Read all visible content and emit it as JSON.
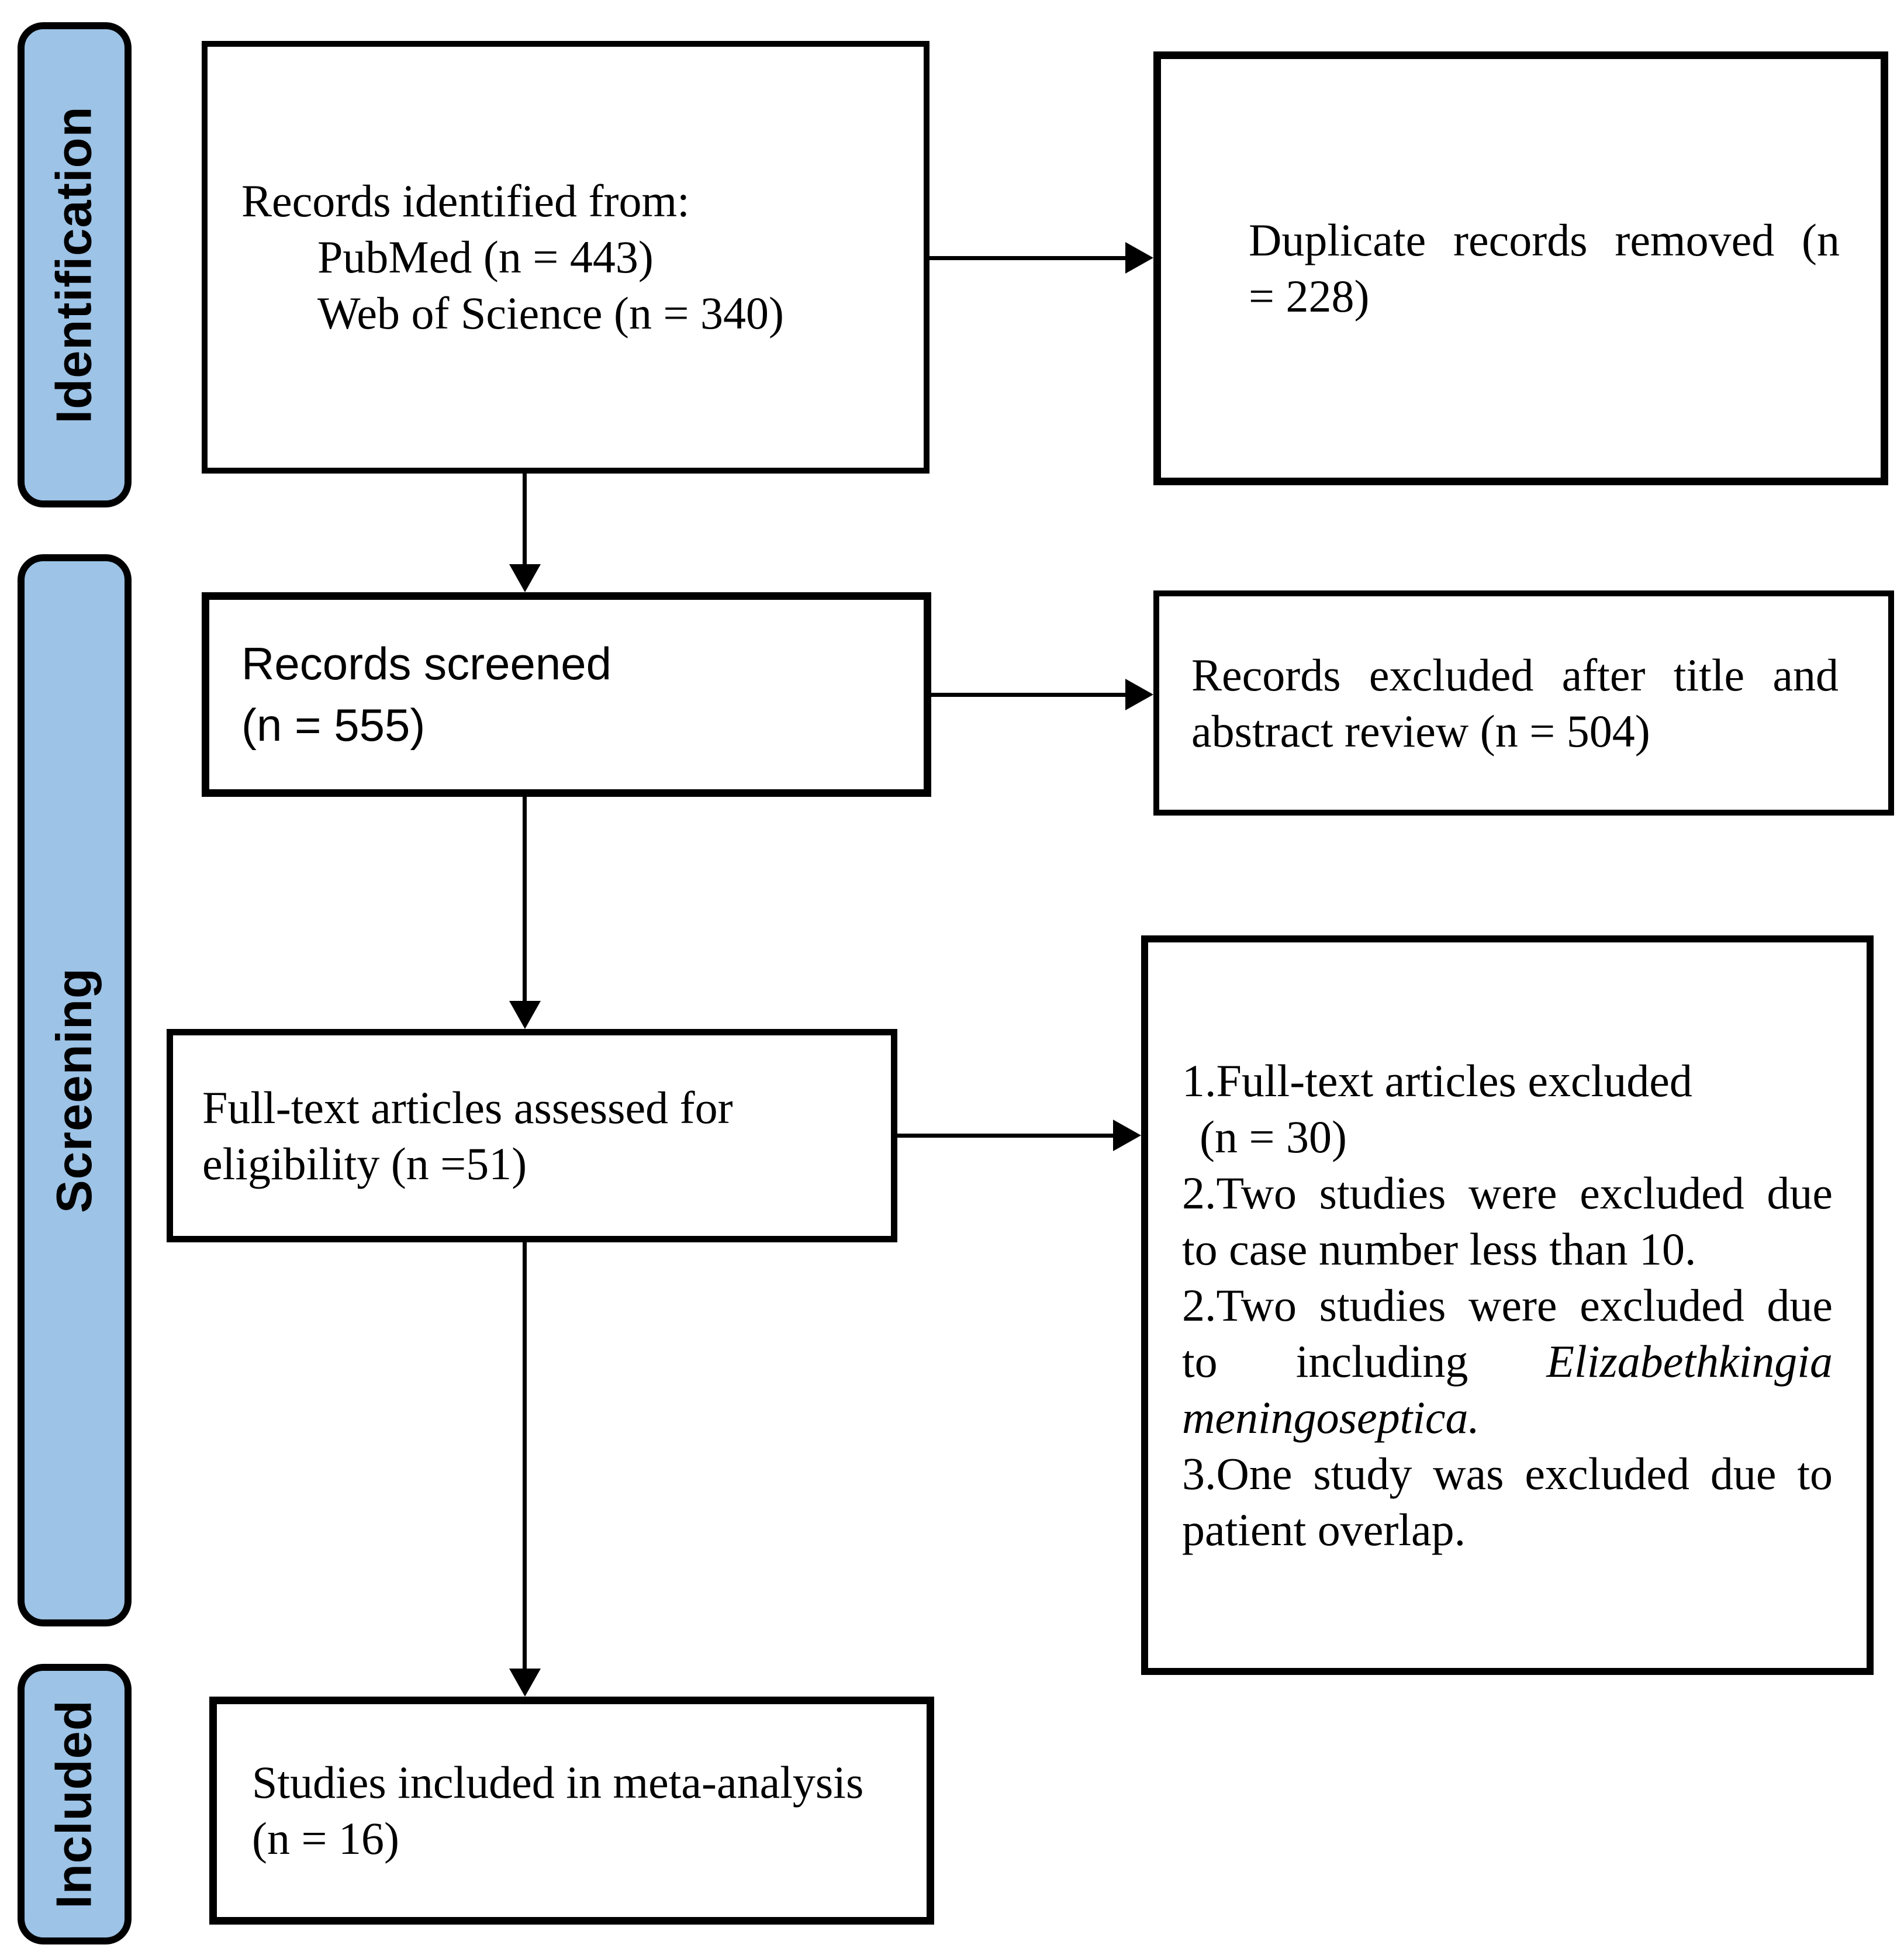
{
  "diagram": {
    "type": "prisma-flow-diagram",
    "colors": {
      "stage_fill": "#9DC3E6",
      "line": "#000000",
      "box_fill": "#FFFFFF"
    }
  },
  "stages": {
    "identification": "Identification",
    "screening": "Screening",
    "included": "Included"
  },
  "boxes": {
    "records_identified": {
      "line1": "Records identified from:",
      "line2": "PubMed (n = 443)",
      "line3": "Web of Science (n = 340)"
    },
    "duplicates_removed": {
      "line1": "Duplicate records removed (n",
      "line2": "= 228)"
    },
    "records_screened": {
      "line1": "Records screened",
      "line2": "(n = 555)"
    },
    "records_excluded": {
      "line1": "Records excluded after title and",
      "line2": "abstract review (n = 504)"
    },
    "fulltext_assessed": {
      "line1": "Full-text articles assessed for",
      "line2": "eligibility (n =51)"
    },
    "fulltext_excluded": {
      "line1": "1.Full-text articles excluded",
      "line2": "(n = 30)",
      "line3": "2.Two studies were excluded due",
      "line4": "to case number less than 10.",
      "line5": "2.Two studies were excluded due",
      "line6_w1": "to",
      "line6_w2": "including",
      "line6_w3": "Elizabethkingia",
      "line7": "meningoseptica.",
      "line8": "3.One study was excluded due to",
      "line9": "patient overlap."
    },
    "studies_included": {
      "line1": "Studies included in meta-analysis",
      "line2": "(n = 16)"
    }
  }
}
